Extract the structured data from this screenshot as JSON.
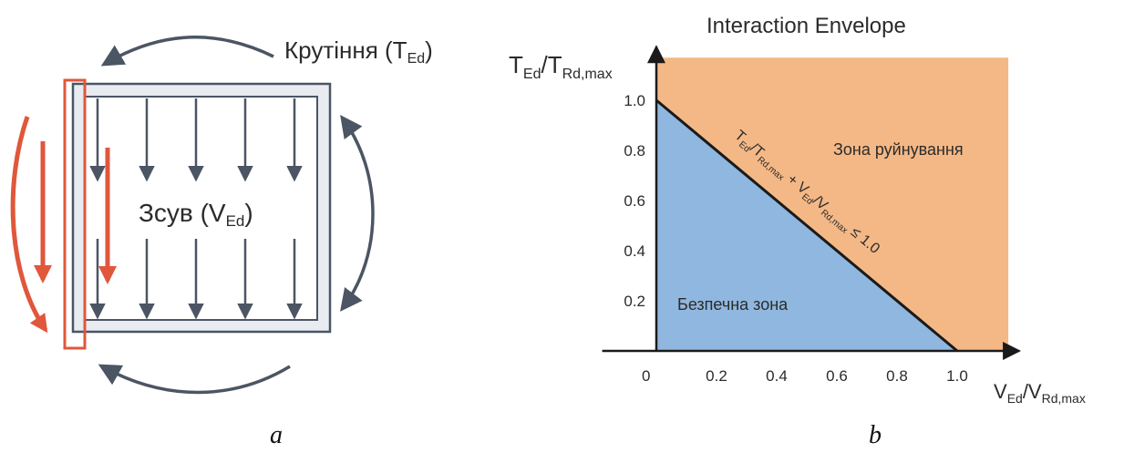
{
  "panel_a": {
    "torsion_label": "Крутіння (T",
    "torsion_sub": "Ed",
    "torsion_close": ")",
    "shear_label": "Зсув (V",
    "shear_sub": "Ed",
    "shear_close": ")",
    "caption": "a"
  },
  "panel_b": {
    "title": "Interaction Envelope",
    "caption": "b",
    "y_axis": {
      "main1": "T",
      "sub1": "Ed",
      "slash": "/T",
      "sub2": "Rd,max"
    },
    "x_axis": {
      "main1": "V",
      "sub1": "Ed",
      "slash": "/V",
      "sub2": "Rd,max"
    },
    "origin_label": "0",
    "failure_zone_label": "Зона руйнування",
    "safe_zone_label": "Безпечна зона",
    "line_label": {
      "t": "T",
      "t_sub": "Ed",
      "t_den": "/T",
      "t_den_sub": "Rd,max",
      "plus": " + V",
      "v_sub": "Ed",
      "v_den": "/V",
      "v_den_sub": "Rd,max",
      "rhs": " ≤ 1.0"
    },
    "colors": {
      "safe": "#8fb7df",
      "failure": "#f4b886",
      "line": "#1a1a1a",
      "axis": "#1a1a1a"
    }
  },
  "chart_data": {
    "type": "area",
    "title": "Interaction Envelope",
    "xlabel": "VEd/VRd,max",
    "ylabel": "TEd/TRd,max",
    "x_ticks": [
      "0.2",
      "0.4",
      "0.6",
      "0.8",
      "1.0"
    ],
    "y_ticks": [
      "0.2",
      "0.4",
      "0.6",
      "0.8",
      "1.0"
    ],
    "xlim": [
      0,
      1.17
    ],
    "ylim": [
      0,
      1.17
    ],
    "boundary": {
      "x": [
        0,
        1.0
      ],
      "y": [
        1.0,
        0
      ]
    },
    "series": [
      {
        "name": "Безпечна зона",
        "color": "#8fb7df"
      },
      {
        "name": "Зона руйнування",
        "color": "#f4b886"
      }
    ]
  }
}
